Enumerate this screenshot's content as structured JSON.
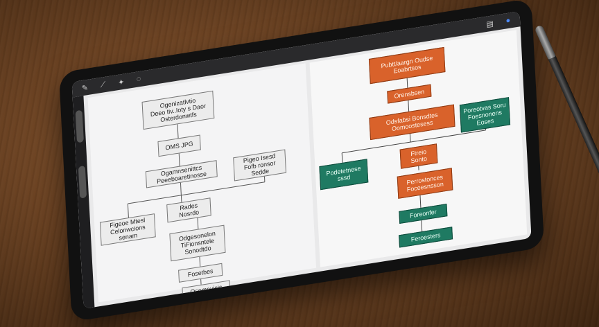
{
  "toolbar": {
    "icons": [
      "wrench-icon",
      "brush-icon",
      "smudge-icon",
      "eraser-icon",
      "layers-icon",
      "color-icon"
    ]
  },
  "left_chart": {
    "nodes": [
      {
        "label": "Ogenizatlvtio\nDeeo tiv..Ioty s Daor\nOsterdonwtfs"
      },
      {
        "label": "OMS JPG"
      },
      {
        "label": "Ogamnsenittcs\nPeeeboaretinosse"
      },
      {
        "label": "Figeoe Mtesl\nCelonwcions\nsenam"
      },
      {
        "label": "Rades\nNosrdo"
      },
      {
        "label": "Pigeo Isesd\nFofb ronsor\nSedde"
      },
      {
        "label": "Odgesonelon\nTiFionsntele\nSonodtdo"
      },
      {
        "label": "Fosetbes"
      },
      {
        "label": "Osemovisis"
      }
    ]
  },
  "right_chart": {
    "nodes": [
      {
        "label": "Pubtt/aargn Oudse\nEoabrtsos",
        "color": "orange"
      },
      {
        "label": "Orensbsen",
        "color": "orange"
      },
      {
        "label": "Odsfabsi Bonsdtes\nOomoostesess",
        "color": "orange"
      },
      {
        "label": "Podetetnese\nsssd",
        "color": "green"
      },
      {
        "label": "Ftreio\nSonto",
        "color": "orange"
      },
      {
        "label": "Perrostonces\nFoceesnsson",
        "color": "orange"
      },
      {
        "label": "Poreotvas Soru\nFoesnonens\nEoses",
        "color": "green"
      },
      {
        "label": "Foreonfer",
        "color": "green"
      },
      {
        "label": "Feroesters",
        "color": "green"
      }
    ]
  }
}
